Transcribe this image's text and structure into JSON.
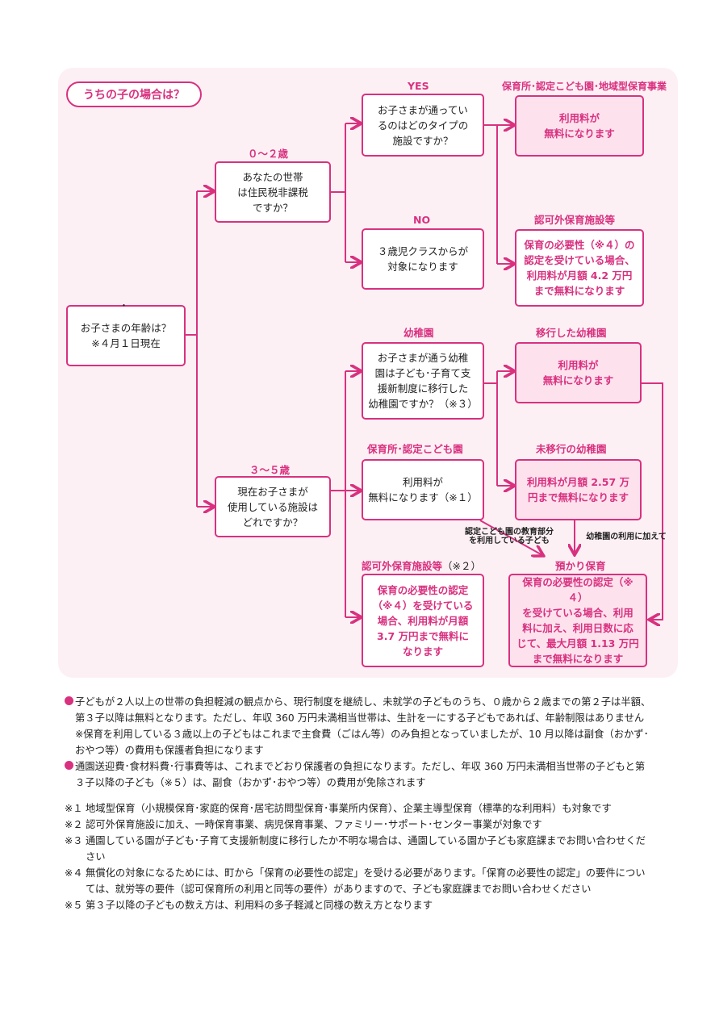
{
  "title": "うちの子の場合は？",
  "boxes": {
    "age": "お子さまの年齢は？\n※４月１日現在",
    "age_dot": "・",
    "nontax": "あなたの世帯\nは住民税非課税\nですか？",
    "facility_type": "お子さまが通ってい\nるのはどのタイプの\n施設ですか？",
    "from3": "３歳児クラスからが\n対象になります",
    "free1": "利用料が\n無料になります",
    "ninkagai_042": "保育の必要性（※４）の\n認定を受けている場合、\n利用料が月額 4.2 万円\nまで無料になります",
    "current_facility": "現在お子さまが\n使用している施設は\nどれですか？",
    "kinder_q": "お子さまが通う幼稚\n園は子ども･子育て支\n援新制度に移行した\n幼稚園ですか？（※３）",
    "free2": "利用料が\n無料になります",
    "kinder_257": "利用料が月額 2.57 万\n円まで無料になります",
    "hoiku_free": "利用料が\n無料になります（※１）",
    "ninkagai_37": "保育の必要性の認定\n（※４）を受けている\n場合、利用料が月額\n3.7 万円まで無料に\nなります",
    "azukari": "保育の必要性の認定（※４）\nを受けている場合、利用\n料に加え、利用日数に応\nじて、最大月額 1.13 万円\nまで無料になります"
  },
  "labels": {
    "age0_2": "０～２歳",
    "age3_5": "３～５歳",
    "yes": "YES",
    "no": "NO",
    "hoiku_chiiki": "保育所･認定こども園･地域型保育事業",
    "ninkagai1": "認可外保育施設等",
    "youchien": "幼稚園",
    "ikou": "移行した幼稚園",
    "hoiku_nintei": "保育所･認定こども園",
    "miikou": "未移行の幼稚園",
    "ninkagai2": "認可外保育施設等",
    "ninkagai2_note": "（※２）",
    "azukari": "預かり保育",
    "kyouiku": "認定こども園の教育部分\nを利用している子ども",
    "kuwaete": "幼稚園の利用に加えて"
  },
  "notes": [
    "子どもが２人以上の世帯の負担軽減の観点から、現行制度を継続し、未就学の子どものうち、０歳から２歳までの第２子は半額、第３子以降は無料となります。ただし、年収 360 万円未満相当世帯は、生計を一にする子どもであれば、年齢制限はありません　※保育を利用している３歳以上の子どもはこれまで主食費（ごはん等）のみ負担となっていましたが、10 月以降は副食（おかず･おやつ等）の費用も保護者負担になります",
    "通園送迎費･食材料費･行事費等は、これまでどおり保護者の負担になります。ただし、年収 360 万円未満相当世帯の子どもと第３子以降の子ども（※５）は、副食（おかず･おやつ等）の費用が免除されます"
  ],
  "footnotes": [
    {
      "mark": "※１",
      "text": "地域型保育（小規模保育･家庭的保育･居宅訪問型保育･事業所内保育）、企業主導型保育（標準的な利用料）も対象です"
    },
    {
      "mark": "※２",
      "text": "認可外保育施設に加え、一時保育事業、病児保育事業、ファミリー･サポート･センター事業が対象です"
    },
    {
      "mark": "※３",
      "text": "通園している園が子ども･子育て支援新制度に移行したか不明な場合は、通園している園か子ども家庭課までお問い合わせください"
    },
    {
      "mark": "※４",
      "text": "無償化の対象になるためには、町から「保育の必要性の認定」を受ける必要があります。「保育の必要性の認定」の要件については、就労等の要件（認可保育所の利用と同等の要件）がありますので、子ども家庭課までお問い合わせください"
    },
    {
      "mark": "※５",
      "text": "第３子以降の子どもの数え方は、利用料の多子軽減と同様の数え方となります"
    }
  ],
  "colors": {
    "accent": "#d8317f",
    "panel": "#fdf0f5",
    "fill": "#fde2ee"
  }
}
